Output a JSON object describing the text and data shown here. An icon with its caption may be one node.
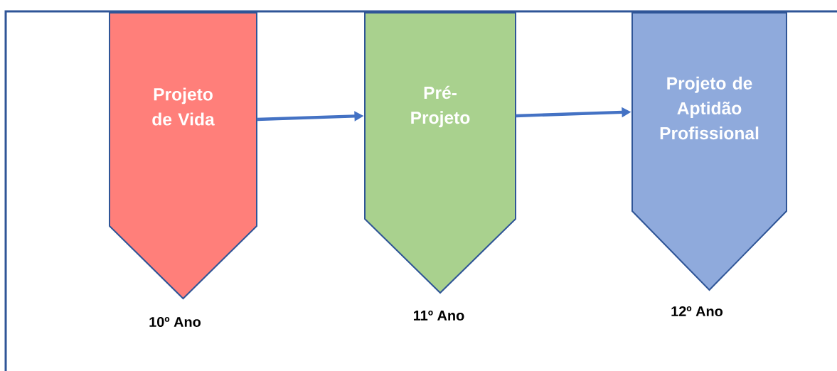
{
  "diagram": {
    "nodes": [
      {
        "text": [
          "Projeto de Vida"
        ],
        "beside": [
          "10º Ano"
        ]
      },
      {
        "text": [
          "Pré-Projeto"
        ],
        "beside": [
          "11º Ano"
        ]
      },
      {
        "text": [
          "Projeto de Aptidão Profissional"
        ],
        "beside": [
          "12º Ano"
        ]
      }
    ],
    "edges": [
      {
        "from": 0,
        "to": 1,
        "arrow": "to"
      },
      {
        "from": 1,
        "to": 2,
        "arrow": "to"
      }
    ]
  }
}
